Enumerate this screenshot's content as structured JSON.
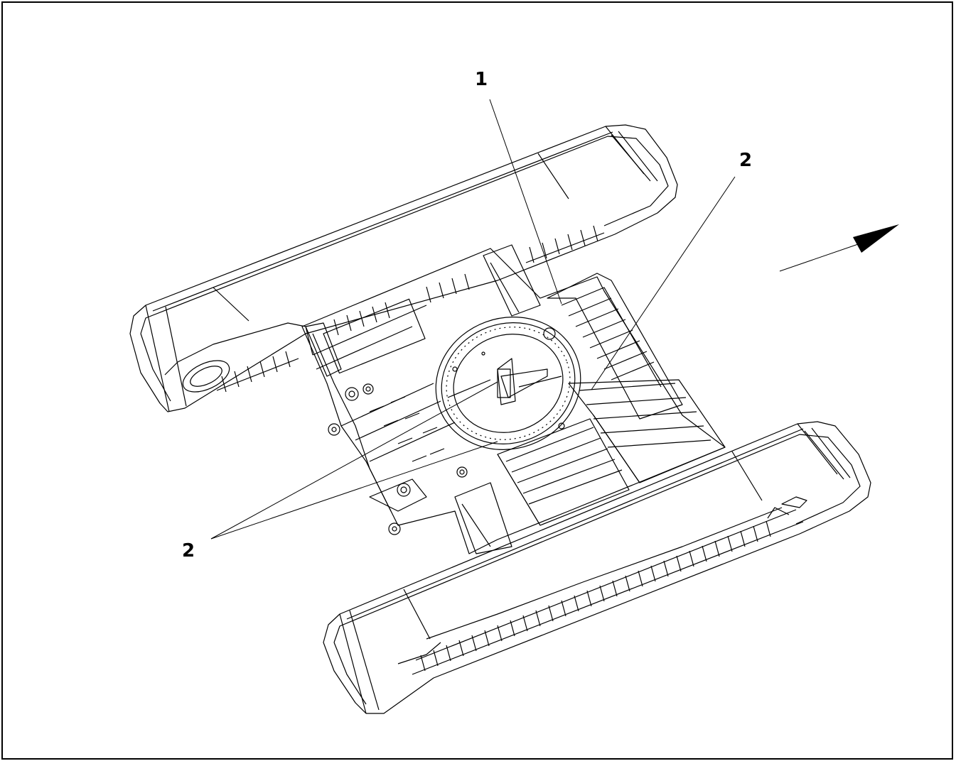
{
  "diagram": {
    "callouts": {
      "c1": "1",
      "c2_right": "2",
      "c2_left": "2"
    },
    "line_color": "#000000",
    "background": "#ffffff",
    "arrow": "direction-arrow"
  }
}
